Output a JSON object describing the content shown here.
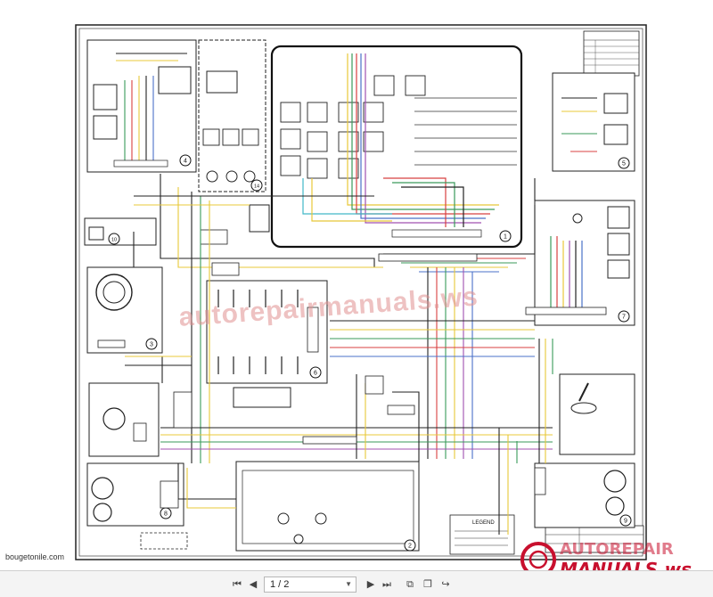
{
  "watermark": {
    "diagonal_text": "autorepairmanuals.ws",
    "logo_line1": "AUTOREPAIR",
    "logo_line2": "MANUALS.ws",
    "accent": "#c8102e"
  },
  "source_label": "bougetonile.com",
  "diagram": {
    "module_numbers": [
      "1",
      "2",
      "3",
      "4",
      "5",
      "6",
      "7",
      "8",
      "9",
      "10",
      "14"
    ],
    "legend_title": "LEGEND"
  },
  "toolbar": {
    "page_value": "1 / 2",
    "icons": [
      "first-page-icon",
      "prev-page-icon",
      "next-page-icon",
      "last-page-icon",
      "fit-page-icon",
      "zoom-icon",
      "export-icon"
    ]
  },
  "colors": {
    "wire_black": "#1a1a1a",
    "wire_red": "#d84040",
    "wire_yellow": "#e8c838",
    "wire_green": "#3a9a5a",
    "wire_blue": "#4a70c8",
    "wire_purple": "#a050b0",
    "wire_cyan": "#40b8c8"
  }
}
